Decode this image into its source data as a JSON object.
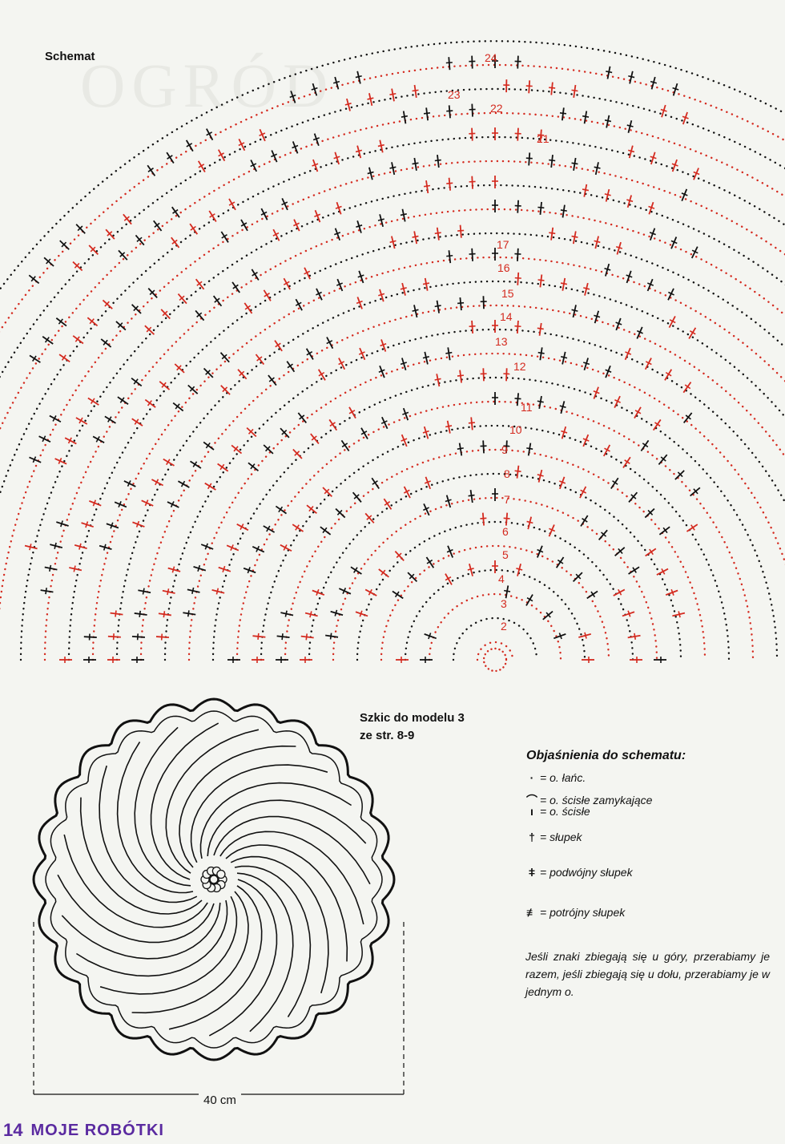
{
  "schema_title": "Schemat",
  "watermark": "OGRÓD",
  "chart_data": {
    "type": "crochet-chart",
    "round_labels": [
      "2",
      "3",
      "4",
      "5",
      "6",
      "7",
      "8",
      "9",
      "10",
      "11",
      "12",
      "13",
      "14",
      "15",
      "16",
      "17",
      "21",
      "22",
      "23",
      "24"
    ],
    "round_colors": [
      "#d42a1f",
      "#111111"
    ]
  },
  "sketch": {
    "caption_line1": "Szkic do modelu 3",
    "caption_line2": "ze str. 8-9",
    "dimension": "40 cm"
  },
  "legend": {
    "heading": "Objaśnienia do schematu:",
    "items": [
      {
        "symbol": "·",
        "text": "= o. łańc."
      },
      {
        "symbol": "⌒",
        "text": "= o. ścisłe zamykające"
      },
      {
        "symbol": "ı",
        "text": "= o. ścisłe"
      },
      {
        "symbol": "†",
        "text": "= słupek"
      },
      {
        "symbol": "ǂ",
        "text": "= podwójny słupek"
      },
      {
        "symbol": "≢",
        "text": "= potrójny słupek"
      }
    ],
    "note": "Jeśli znaki zbiegają się u góry, przerabiamy je razem, jeśli zbiegają się u dołu, przerabiamy je w jednym o."
  },
  "footer": {
    "page_number": "14",
    "magazine": "MOJE ROBÓTKI"
  }
}
